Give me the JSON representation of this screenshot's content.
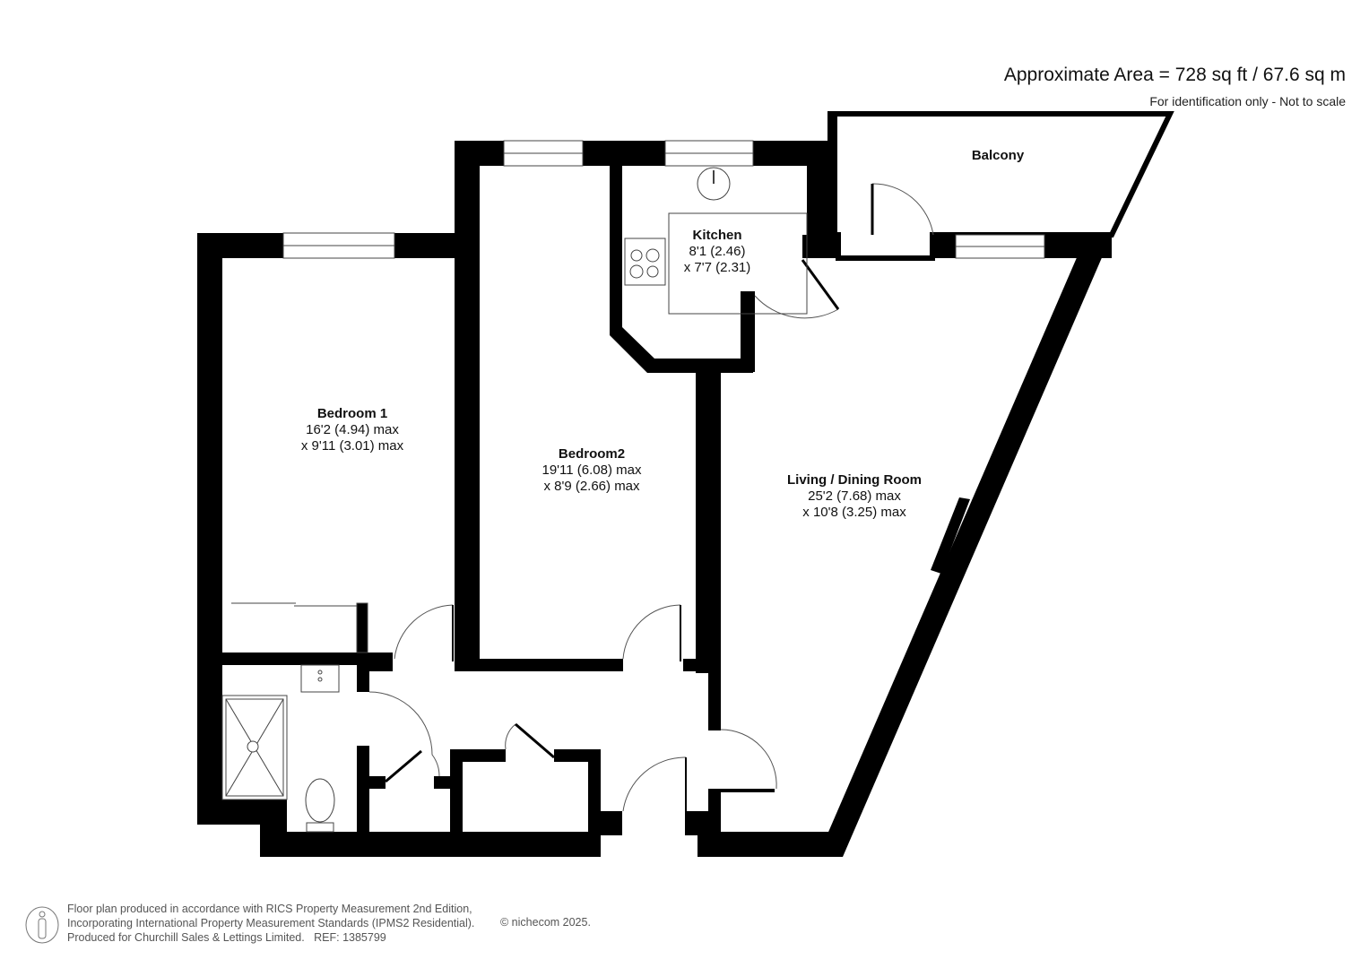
{
  "header": {
    "area": "Approximate Area = 728 sq ft / 67.6 sq m",
    "note": "For identification only - Not to scale"
  },
  "rooms": {
    "balcony": {
      "name": "Balcony"
    },
    "kitchen": {
      "name": "Kitchen",
      "dim1": "8'1 (2.46)",
      "dim2": "x 7'7 (2.31)"
    },
    "bedroom1": {
      "name": "Bedroom 1",
      "dim1": "16'2 (4.94) max",
      "dim2": "x 9'11 (3.01) max"
    },
    "bedroom2": {
      "name": "Bedroom2",
      "dim1": "19'11 (6.08) max",
      "dim2": "x 8'9 (2.66) max"
    },
    "living": {
      "name": "Living / Dining Room",
      "dim1": "25'2 (7.68) max",
      "dim2": "x 10'8 (3.25) max"
    }
  },
  "footer": {
    "line1": "Floor plan produced in accordance with RICS Property Measurement 2nd Edition,",
    "line2": "Incorporating International Property Measurement Standards (IPMS2 Residential).",
    "line3": "Produced for Churchill Sales & Lettings Limited.   REF: 1385799",
    "copyright": "© nichecom 2025."
  },
  "colors": {
    "wall": "#000000",
    "background": "#ffffff",
    "fixture_line": "#444444"
  }
}
